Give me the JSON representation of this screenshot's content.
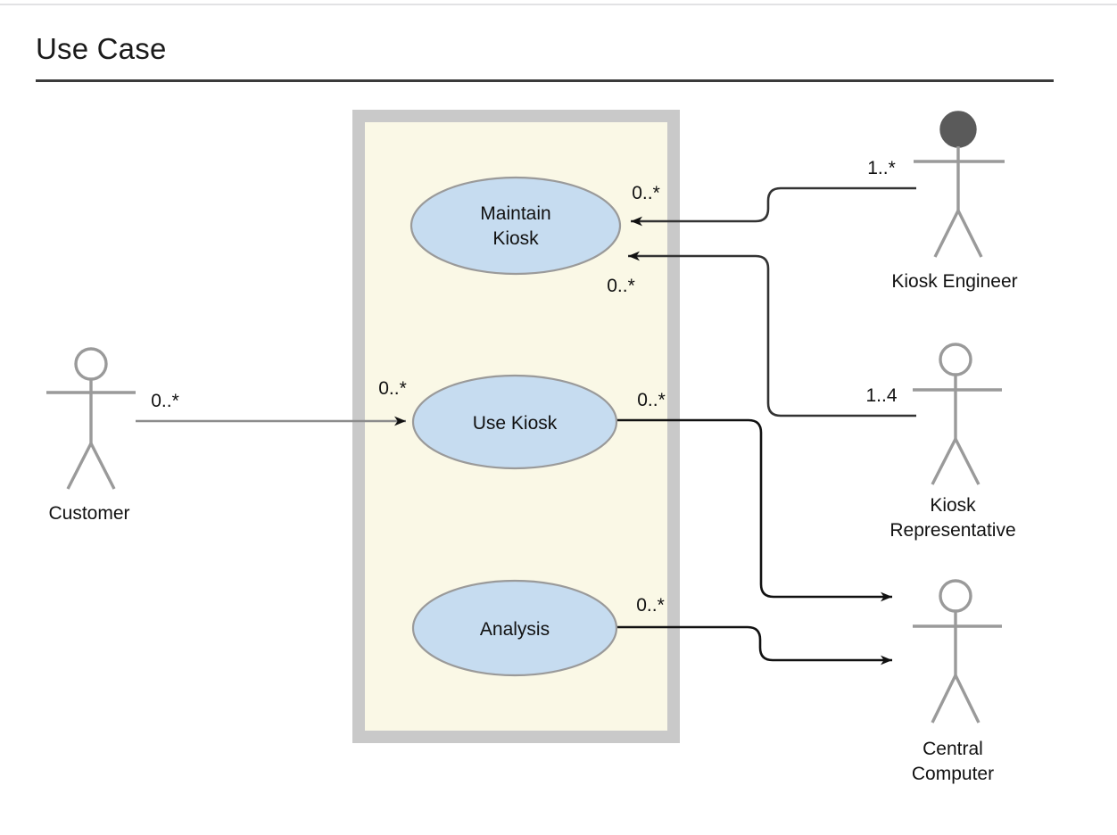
{
  "page": {
    "title": "Use Case"
  },
  "diagram": {
    "kind": "uml-use-case-diagram",
    "system_boundary": {
      "name": "system-boundary",
      "border_color": "#c9c9c9",
      "fill_color": "#faf8e6"
    },
    "use_cases": [
      {
        "id": "maintain-kiosk",
        "label_line1": "Maintain",
        "label_line2": "Kiosk",
        "fill_color": "#c6dcf0",
        "stroke_color": "#9a9a9a"
      },
      {
        "id": "use-kiosk",
        "label_line1": "Use Kiosk",
        "label_line2": "",
        "fill_color": "#c6dcf0",
        "stroke_color": "#9a9a9a"
      },
      {
        "id": "analysis",
        "label_line1": "Analysis",
        "label_line2": "",
        "fill_color": "#c6dcf0",
        "stroke_color": "#9a9a9a"
      }
    ],
    "actors": [
      {
        "id": "customer",
        "label_line1": "Customer",
        "label_line2": "",
        "head_filled": false,
        "color": "#9a9a9a"
      },
      {
        "id": "kiosk-engineer",
        "label_line1": "Kiosk Engineer",
        "label_line2": "",
        "head_filled": true,
        "color": "#9a9a9a",
        "head_fill_color": "#5a5a5a"
      },
      {
        "id": "kiosk-representative",
        "label_line1": "Kiosk",
        "label_line2": "Representative",
        "head_filled": false,
        "color": "#9a9a9a"
      },
      {
        "id": "central-computer",
        "label_line1": "Central",
        "label_line2": "Computer",
        "head_filled": false,
        "color": "#9a9a9a"
      }
    ],
    "associations": [
      {
        "id": "customer-to-use-kiosk",
        "from": "customer",
        "to": "use-kiosk",
        "from_multiplicity": "0..*",
        "to_multiplicity": "0..*",
        "arrow_at": "to"
      },
      {
        "id": "kiosk-engineer-to-maintain-kiosk",
        "from": "kiosk-engineer",
        "to": "maintain-kiosk",
        "from_multiplicity": "1..*",
        "to_multiplicity": "0..*",
        "arrow_at": "to"
      },
      {
        "id": "kiosk-representative-to-maintain-kiosk",
        "from": "kiosk-representative",
        "to": "maintain-kiosk",
        "from_multiplicity": "1..4",
        "to_multiplicity": "0..*",
        "arrow_at": "to"
      },
      {
        "id": "use-kiosk-to-central-computer",
        "from": "use-kiosk",
        "to": "central-computer",
        "from_multiplicity": "0..*",
        "to_multiplicity": "",
        "arrow_at": "to"
      },
      {
        "id": "analysis-to-central-computer",
        "from": "analysis",
        "to": "central-computer",
        "from_multiplicity": "0..*",
        "to_multiplicity": "",
        "arrow_at": "to"
      }
    ]
  }
}
